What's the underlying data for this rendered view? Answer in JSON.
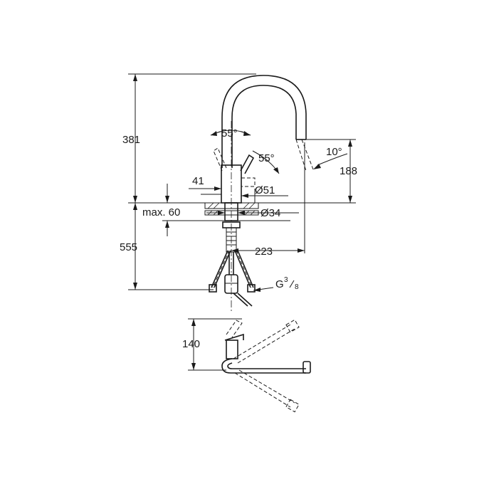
{
  "dimensions": {
    "height_total": "381",
    "angle_handle": "55°",
    "angle_lever": "55°",
    "angle_spray": "10°",
    "spout_height": "188",
    "offset_41": "41",
    "dia_51": "Ø51",
    "max_60": "max. 60",
    "dia_34": "Ø34",
    "below_555": "555",
    "reach_223": "223",
    "thread_g": "G",
    "thread_num": "3",
    "thread_den": "8",
    "top_view_140": "140"
  }
}
